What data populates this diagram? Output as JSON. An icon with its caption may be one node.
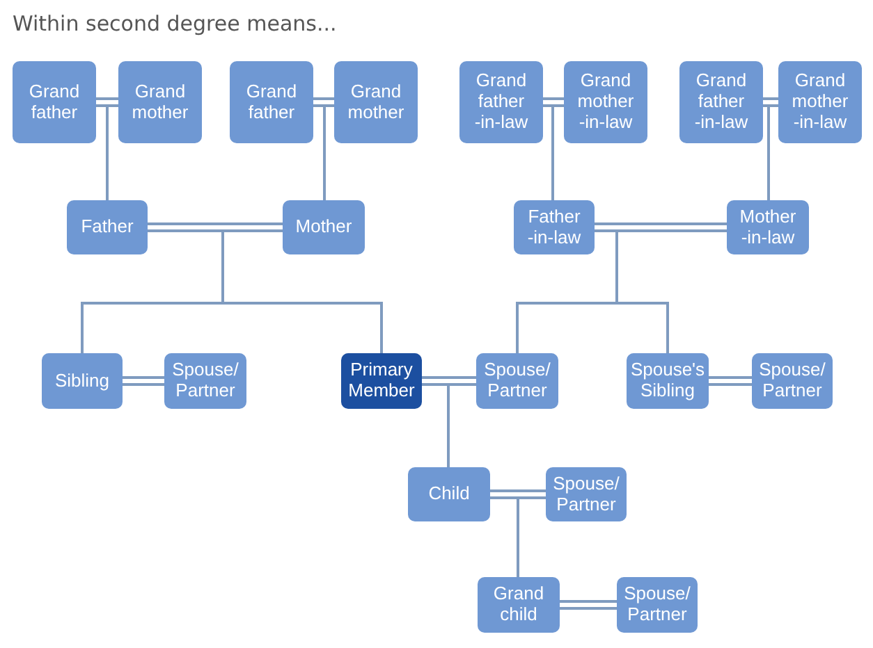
{
  "diagram": {
    "title": "Within second degree means...",
    "nodes": [
      {
        "text": [
          "Grand father"
        ]
      },
      {
        "text": [
          "Grand mother"
        ]
      },
      {
        "text": [
          "Grand father"
        ]
      },
      {
        "text": [
          "Grand mother"
        ]
      },
      {
        "text": [
          "Grand father -in-law"
        ]
      },
      {
        "text": [
          "Grand mother -in-law"
        ]
      },
      {
        "text": [
          "Grand father -in-law"
        ]
      },
      {
        "text": [
          "Grand mother -in-law"
        ]
      },
      {
        "text": [
          "Father"
        ]
      },
      {
        "text": [
          "Mother"
        ]
      },
      {
        "text": [
          "Father -in-law"
        ]
      },
      {
        "text": [
          "Mother -in-law"
        ]
      },
      {
        "text": [
          "Sibling"
        ]
      },
      {
        "text": [
          "Spouse/ Partner"
        ]
      },
      {
        "text": [
          "Primary Member"
        ]
      },
      {
        "text": [
          "Spouse/ Partner"
        ]
      },
      {
        "text": [
          "Spouse's Sibling"
        ]
      },
      {
        "text": [
          "Spouse/ Partner"
        ]
      },
      {
        "text": [
          "Child"
        ]
      },
      {
        "text": [
          "Spouse/ Partner"
        ]
      },
      {
        "text": [
          "Grand child"
        ]
      },
      {
        "text": [
          "Spouse/ Partner"
        ]
      }
    ],
    "edges": [
      {
        "from": 0,
        "to": 1,
        "arrow": "none"
      },
      {
        "from": 2,
        "to": 3,
        "arrow": "none"
      },
      {
        "from": 4,
        "to": 5,
        "arrow": "none"
      },
      {
        "from": 6,
        "to": 7,
        "arrow": "none"
      },
      {
        "from": 8,
        "to": 9,
        "arrow": "none"
      },
      {
        "from": 10,
        "to": 11,
        "arrow": "none"
      },
      {
        "from": 12,
        "to": 13,
        "arrow": "none"
      },
      {
        "from": 14,
        "to": 15,
        "arrow": "none"
      },
      {
        "from": 16,
        "to": 17,
        "arrow": "none"
      },
      {
        "from": 18,
        "to": 19,
        "arrow": "none"
      },
      {
        "from": 20,
        "to": 21,
        "arrow": "none"
      },
      {
        "from": 0,
        "to": 8,
        "arrow": "none"
      },
      {
        "from": 1,
        "to": 8,
        "arrow": "none"
      },
      {
        "from": 2,
        "to": 9,
        "arrow": "none"
      },
      {
        "from": 3,
        "to": 9,
        "arrow": "none"
      },
      {
        "from": 4,
        "to": 10,
        "arrow": "none"
      },
      {
        "from": 5,
        "to": 10,
        "arrow": "none"
      },
      {
        "from": 6,
        "to": 11,
        "arrow": "none"
      },
      {
        "from": 7,
        "to": 11,
        "arrow": "none"
      },
      {
        "from": 8,
        "to": 12,
        "arrow": "none"
      },
      {
        "from": 9,
        "to": 12,
        "arrow": "none"
      },
      {
        "from": 8,
        "to": 14,
        "arrow": "none"
      },
      {
        "from": 9,
        "to": 14,
        "arrow": "none"
      },
      {
        "from": 10,
        "to": 15,
        "arrow": "none"
      },
      {
        "from": 11,
        "to": 15,
        "arrow": "none"
      },
      {
        "from": 10,
        "to": 16,
        "arrow": "none"
      },
      {
        "from": 11,
        "to": 16,
        "arrow": "none"
      },
      {
        "from": 14,
        "to": 18,
        "arrow": "none"
      },
      {
        "from": 15,
        "to": 18,
        "arrow": "none"
      },
      {
        "from": 18,
        "to": 20,
        "arrow": "none"
      },
      {
        "from": 19,
        "to": 20,
        "arrow": "none"
      }
    ]
  }
}
